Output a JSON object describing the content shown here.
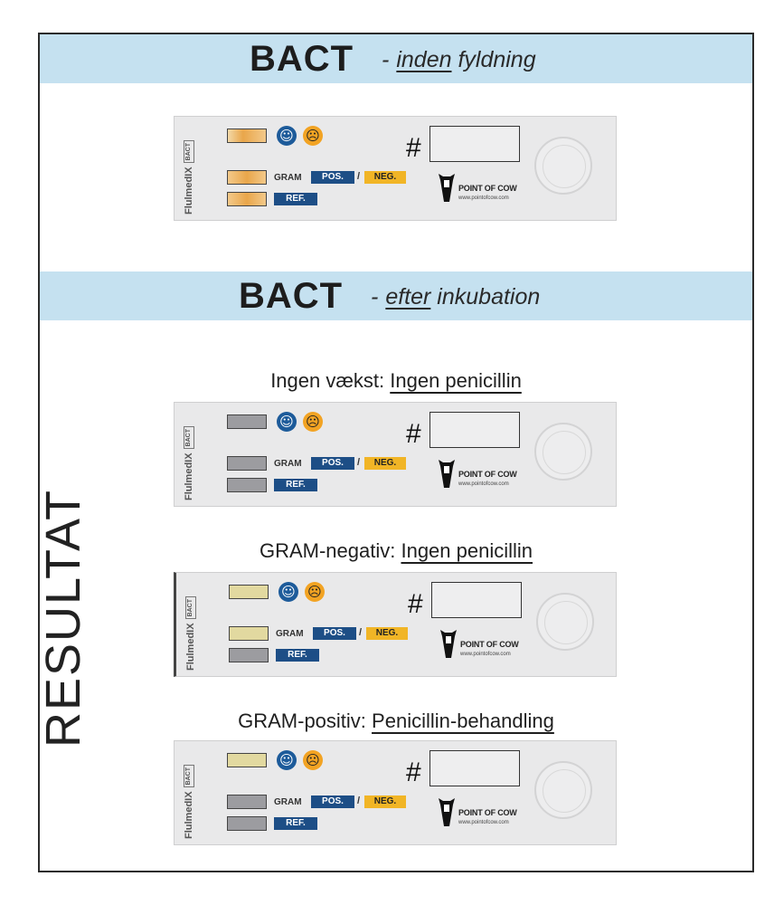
{
  "top": {
    "title": "BACT",
    "dash": "-",
    "sub_underlined": "inden",
    "sub_rest": " fyldning"
  },
  "second": {
    "title": "BACT",
    "dash": "-",
    "sub_underlined": "efter",
    "sub_rest": " inkubation"
  },
  "side_label": "RESULTAT",
  "card_text": {
    "brand": "FlulmedIX",
    "brand_box": "BACT",
    "gram": "GRAM",
    "pos": "POS.",
    "slash": "/",
    "neg": "NEG.",
    "ref": "REF.",
    "hash": "#",
    "logo": "POINT OF COW",
    "url": "www.pointofcow.com"
  },
  "results": [
    {
      "label": "Ingen vækst: ",
      "action": "Ingen penicillin"
    },
    {
      "label": "GRAM-negativ: ",
      "action": "Ingen penicillin"
    },
    {
      "label": "GRAM-positiv: ",
      "action": "Penicillin-behandling"
    }
  ],
  "colors": {
    "banner": "#c5e1f0",
    "pos_blue": "#1d4e86",
    "neg_yellow": "#f1b526",
    "well_orange": "#e9a64a",
    "well_grey": "#9c9ca0",
    "well_yellow": "#e2d9a0"
  }
}
